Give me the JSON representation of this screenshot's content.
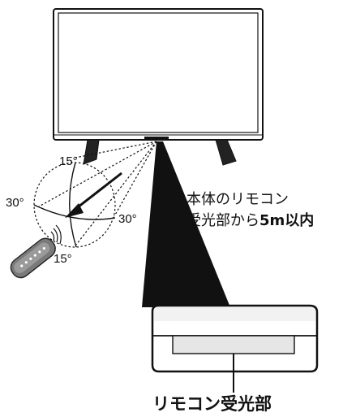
{
  "angles": {
    "top": "15°",
    "left": "30°",
    "right": "30°",
    "bottom": "15°"
  },
  "caption": {
    "line1": "本体のリモコン",
    "line2_prefix": "受光部から",
    "line2_bold": "5m以内"
  },
  "sensor_label": "リモコン受光部",
  "colors": {
    "outline": "#111111",
    "screen": "#ffffff",
    "beam": "#111111",
    "remote": "#777777",
    "sensor_window": "#e6e6e6"
  }
}
